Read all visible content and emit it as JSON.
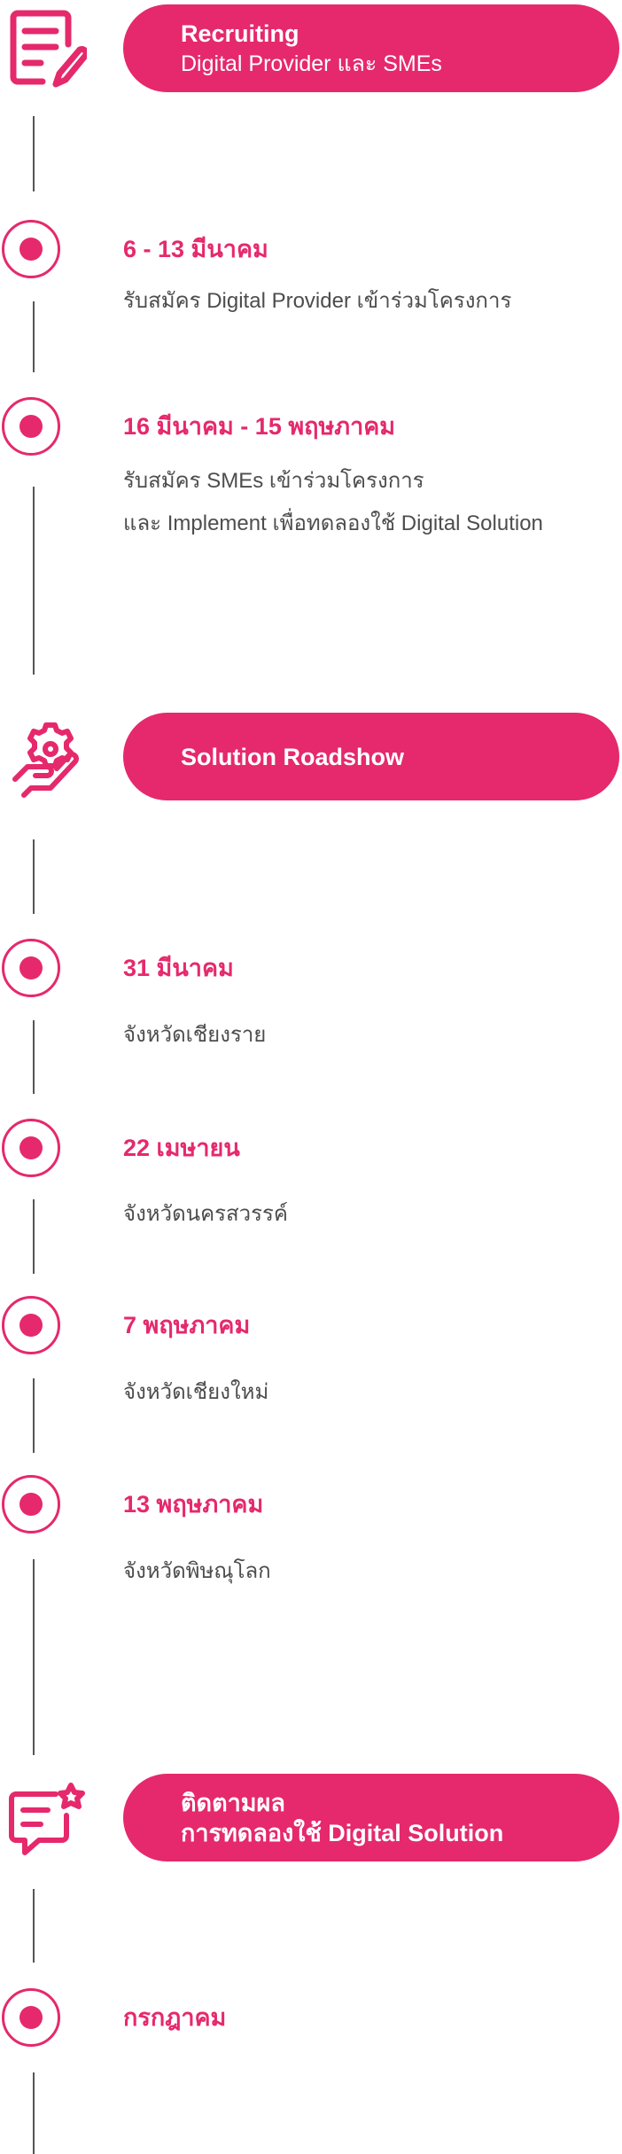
{
  "accent_color": "#e5296c",
  "sections": [
    {
      "icon": "document-edit-icon",
      "title": "Recruiting",
      "subtitle": "Digital Provider และ SMEs",
      "events": [
        {
          "date": "6 - 13 มีนาคม",
          "lines": [
            "รับสมัคร Digital Provider เข้าร่วมโครงการ"
          ]
        },
        {
          "date": "16 มีนาคม - 15 พฤษภาคม",
          "lines": [
            "รับสมัคร SMEs เข้าร่วมโครงการ",
            "และ Implement เพื่อทดลองใช้ Digital Solution"
          ]
        }
      ]
    },
    {
      "icon": "gear-hand-icon",
      "title": "Solution Roadshow",
      "events": [
        {
          "date": "31 มีนาคม",
          "lines": [
            "จังหวัดเชียงราย"
          ]
        },
        {
          "date": "22 เมษายน",
          "lines": [
            "จังหวัดนครสวรรค์"
          ]
        },
        {
          "date": "7 พฤษภาคม",
          "lines": [
            "จังหวัดเชียงใหม่"
          ]
        },
        {
          "date": "13 พฤษภาคม",
          "lines": [
            "จังหวัดพิษณุโลก"
          ]
        }
      ]
    },
    {
      "icon": "chat-star-icon",
      "title": "ติดตามผล",
      "subtitle": "การทดลองใช้ Digital Solution",
      "events": [
        {
          "date": "กรกฎาคม"
        }
      ]
    }
  ]
}
